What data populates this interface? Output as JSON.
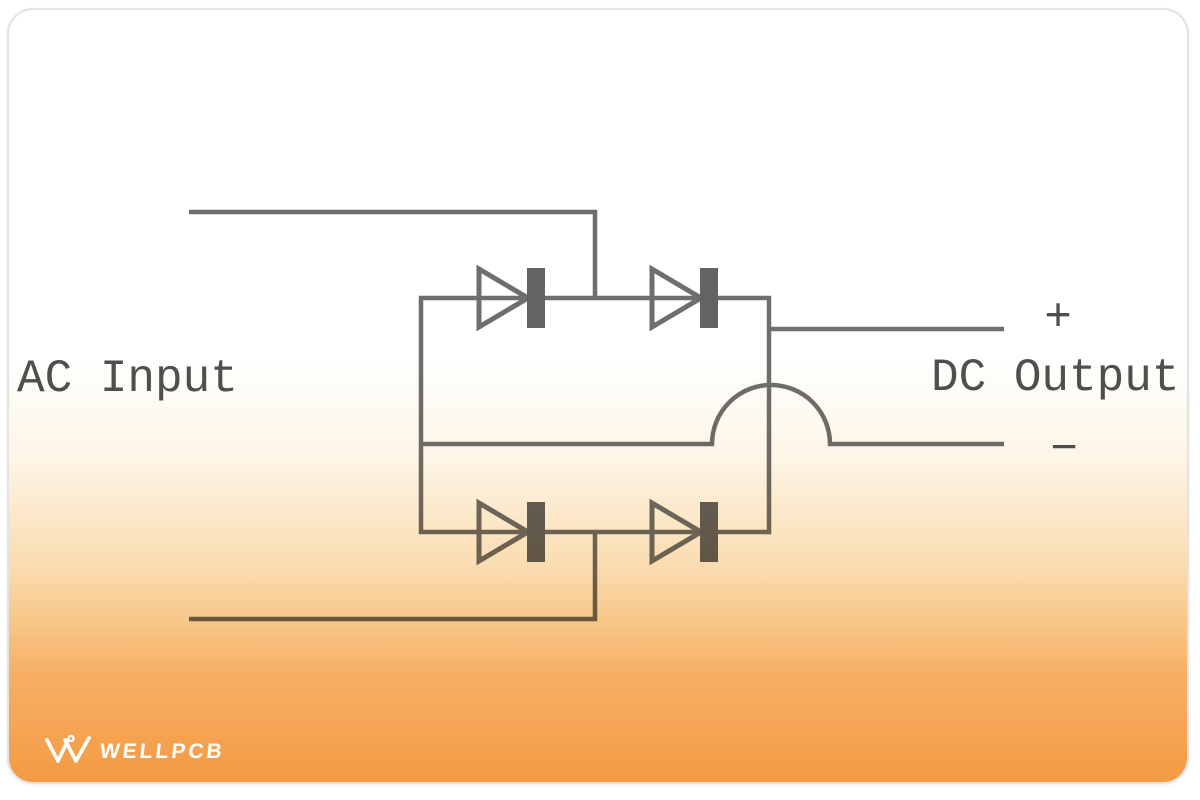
{
  "colors": {
    "border": "#e3e3e3",
    "g-white": "#ffffff",
    "g-cream": "#fdf5e6",
    "g-amber": "#fadcb0",
    "g-mid": "#f8c88a",
    "g-warm": "#f6b065",
    "g-deep": "#f49a43",
    "logo": "#ffffff"
  },
  "diagram": {
    "type": "circuit-schematic",
    "title_semantic": "full-wave bridge rectifier",
    "labels": {
      "ac_input": "AC Input",
      "dc_output": "DC Output",
      "plus": "+",
      "minus": "−"
    },
    "wire_color": "#6e6e6e",
    "diode_color": "#636363",
    "text_color": "#4f4f4f",
    "diode_count": "4"
  },
  "footer": {
    "brand": "WELLPCB"
  }
}
